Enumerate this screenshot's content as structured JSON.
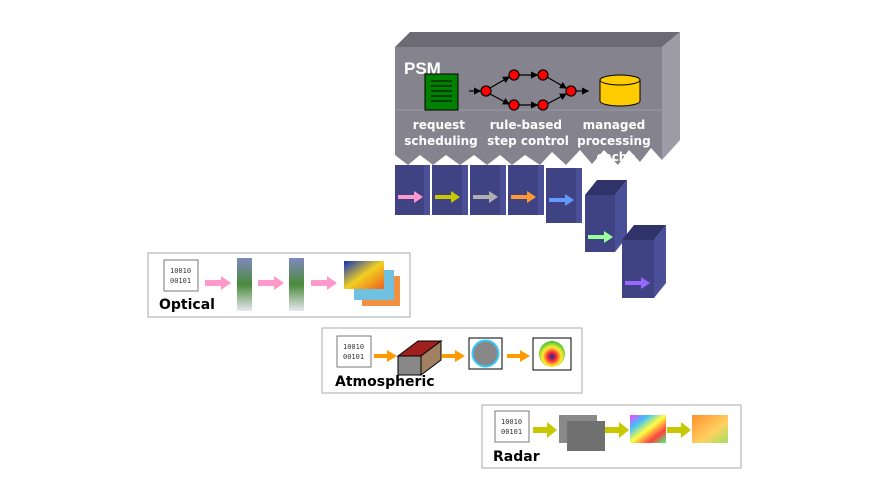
{
  "psm": {
    "title": "PSM",
    "labels": {
      "scheduling": [
        "request",
        "scheduling"
      ],
      "step_control": [
        "rule-based",
        "step control"
      ],
      "cache": [
        "managed",
        "processing",
        "cache"
      ]
    },
    "colors": {
      "box_front": "#85848e",
      "box_top": "#6c6b75",
      "box_side": "#9c9ba6",
      "step_block": "#3f4384",
      "node": "#ff0000",
      "document": "#008000",
      "cache": "#ffcc00"
    }
  },
  "pipeline_arrows": [
    "#ff99cc",
    "#c8c800",
    "#b0b0b0",
    "#ff9933",
    "#6699ff",
    "#99ff99",
    "#9966ff"
  ],
  "processors": [
    {
      "name": "Optical",
      "binary": [
        "10010",
        "00101"
      ],
      "arrow_color": "#ff99cc"
    },
    {
      "name": "Atmospheric",
      "binary": [
        "10010",
        "00101"
      ],
      "arrow_color": "#ff9900"
    },
    {
      "name": "Radar",
      "binary": [
        "10010",
        "00101"
      ],
      "arrow_color": "#c8c800"
    }
  ]
}
